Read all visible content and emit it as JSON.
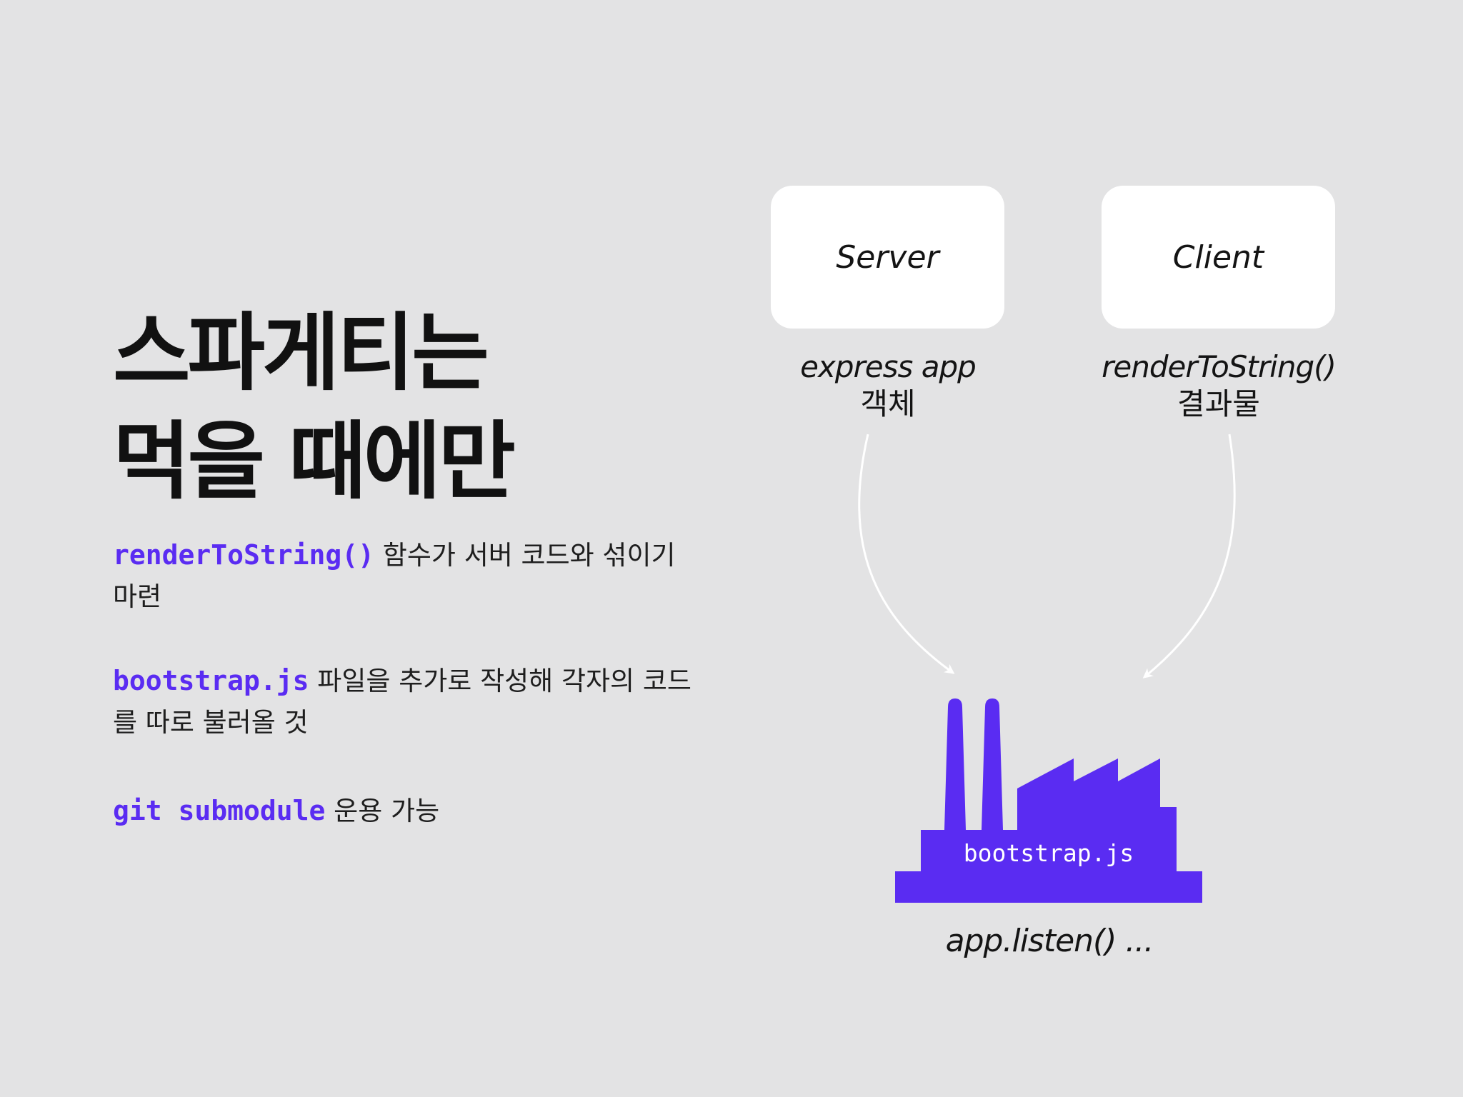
{
  "title": {
    "line1": "스파게티는",
    "line2": "먹을 때에만"
  },
  "bullets": [
    {
      "code": "renderToString()",
      "text1": " 함수가 서버 코드와 섞이기",
      "text2": "마련"
    },
    {
      "code": "bootstrap.js",
      "text1": " 파일을 추가로 작성해 각자의 코드",
      "text2": "를 따로 불러올 것"
    },
    {
      "code": "git submodule",
      "text1": " 운용 가능",
      "text2": ""
    }
  ],
  "diagram": {
    "server": {
      "label": "Server",
      "caption_italic": "express app",
      "caption_ko": "객체"
    },
    "client": {
      "label": "Client",
      "caption_italic": "renderToString()",
      "caption_ko": "결과물"
    },
    "factory": {
      "label": "bootstrap.js",
      "color": "#5a2cf2"
    },
    "footer": "app.listen() ..."
  },
  "colors": {
    "background": "#e3e3e4",
    "accent": "#5a2cf2",
    "arrow": "#ffffff"
  }
}
